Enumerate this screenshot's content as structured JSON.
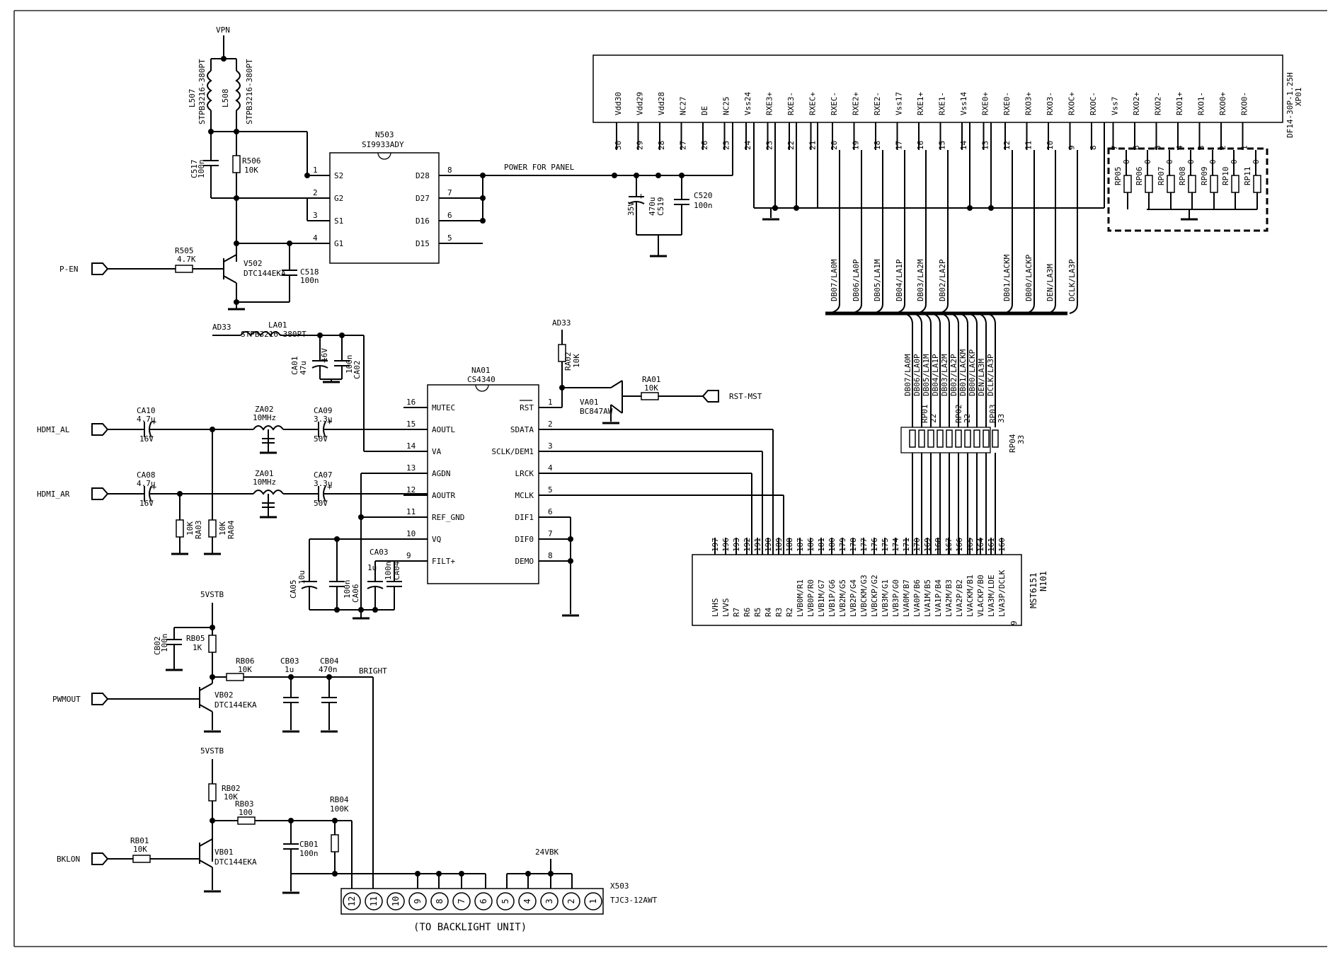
{
  "ics": {
    "n503": {
      "ref": "N503",
      "part": "SI9933ADY",
      "left_pins": [
        {
          "num": "1",
          "name": "S2"
        },
        {
          "num": "2",
          "name": "G2"
        },
        {
          "num": "3",
          "name": "S1"
        },
        {
          "num": "4",
          "name": "G1"
        }
      ],
      "right_pins": [
        {
          "num": "8",
          "name": "D28"
        },
        {
          "num": "7",
          "name": "D27"
        },
        {
          "num": "6",
          "name": "D16"
        },
        {
          "num": "5",
          "name": "D15"
        }
      ]
    },
    "na01": {
      "ref": "NA01",
      "part": "CS4340",
      "left_pins": [
        {
          "num": "16",
          "name": "MUTEC"
        },
        {
          "num": "15",
          "name": "AOUTL"
        },
        {
          "num": "14",
          "name": "VA"
        },
        {
          "num": "13",
          "name": "AGDN"
        },
        {
          "num": "12",
          "name": "AOUTR"
        },
        {
          "num": "11",
          "name": "REF_GND"
        },
        {
          "num": "10",
          "name": "VQ"
        },
        {
          "num": "9",
          "name": "FILT+"
        }
      ],
      "right_pins": [
        {
          "num": "1",
          "name": "RST"
        },
        {
          "num": "2",
          "name": "SDATA"
        },
        {
          "num": "3",
          "name": "SCLK/DEM1"
        },
        {
          "num": "4",
          "name": "LRCK"
        },
        {
          "num": "5",
          "name": "MCLK"
        },
        {
          "num": "6",
          "name": "DIF1"
        },
        {
          "num": "7",
          "name": "DIF0"
        },
        {
          "num": "8",
          "name": "DEMO"
        }
      ]
    },
    "n101": {
      "ref": "N101",
      "part": "MST6151",
      "footer": "9",
      "pins": [
        {
          "num": "197",
          "name": "LVHS"
        },
        {
          "num": "196",
          "name": "LVVS"
        },
        {
          "num": "193",
          "name": "R7"
        },
        {
          "num": "192",
          "name": "R6"
        },
        {
          "num": "191",
          "name": "R5"
        },
        {
          "num": "190",
          "name": "R4"
        },
        {
          "num": "189",
          "name": "R3"
        },
        {
          "num": "188",
          "name": "R2"
        },
        {
          "num": "187",
          "name": "LVB0M/R1"
        },
        {
          "num": "186",
          "name": "LVB0P/R0"
        },
        {
          "num": "181",
          "name": "LVB1M/G7"
        },
        {
          "num": "180",
          "name": "LVB1P/G6"
        },
        {
          "num": "179",
          "name": "LVB2M/G5"
        },
        {
          "num": "178",
          "name": "LVB2P/G4"
        },
        {
          "num": "177",
          "name": "LVBCKM/G3"
        },
        {
          "num": "176",
          "name": "LVBCKP/G2"
        },
        {
          "num": "175",
          "name": "LVB3M/G1"
        },
        {
          "num": "174",
          "name": "LVB3P/G0"
        },
        {
          "num": "171",
          "name": "LVA0M/B7"
        },
        {
          "num": "170",
          "name": "LVA0P/B6"
        },
        {
          "num": "169",
          "name": "LVA1M/B5"
        },
        {
          "num": "168",
          "name": "LVA1P/B4"
        },
        {
          "num": "167",
          "name": "LVA2M/B3"
        },
        {
          "num": "166",
          "name": "LVA2P/B2"
        },
        {
          "num": "165",
          "name": "LVACKM/B1"
        },
        {
          "num": "164",
          "name": "VLACKP/B0"
        },
        {
          "num": "161",
          "name": "LVA3M/LDE"
        },
        {
          "num": "160",
          "name": "LVA3P/DCLK"
        }
      ]
    },
    "xp01": {
      "ref": "XP01",
      "part": "DF14-30P-1.25H",
      "pins": [
        {
          "num": "30",
          "name": "Vdd30"
        },
        {
          "num": "29",
          "name": "Vdd29"
        },
        {
          "num": "28",
          "name": "Vdd28"
        },
        {
          "num": "27",
          "name": "NC27"
        },
        {
          "num": "26",
          "name": "DE"
        },
        {
          "num": "25",
          "name": "NC25"
        },
        {
          "num": "24",
          "name": "Vss24"
        },
        {
          "num": "23",
          "name": "RXE3+"
        },
        {
          "num": "22",
          "name": "RXE3-"
        },
        {
          "num": "21",
          "name": "RXEC+"
        },
        {
          "num": "20",
          "name": "RXEC-"
        },
        {
          "num": "19",
          "name": "RXE2+"
        },
        {
          "num": "18",
          "name": "RXE2-"
        },
        {
          "num": "17",
          "name": "Vss17"
        },
        {
          "num": "16",
          "name": "RXE1+"
        },
        {
          "num": "15",
          "name": "RXE1-"
        },
        {
          "num": "14",
          "name": "Vss14"
        },
        {
          "num": "13",
          "name": "RXE0+"
        },
        {
          "num": "12",
          "name": "RXE0-"
        },
        {
          "num": "11",
          "name": "RXO3+"
        },
        {
          "num": "10",
          "name": "RXO3-"
        },
        {
          "num": "9",
          "name": "RXOC+"
        },
        {
          "num": "8",
          "name": "RXOC-"
        },
        {
          "num": "7",
          "name": "Vss7"
        },
        {
          "num": "6",
          "name": "RXO2+"
        },
        {
          "num": "5",
          "name": "RXO2-"
        },
        {
          "num": "4",
          "name": "RXO1+"
        },
        {
          "num": "3",
          "name": "RXO1-"
        },
        {
          "num": "2",
          "name": "RXO0+"
        },
        {
          "num": "1",
          "name": "RXO0-"
        }
      ]
    },
    "x503": {
      "ref": "X503",
      "part": "TJC3-12AWT",
      "caption": "(TO BACKLIGHT UNIT)",
      "pins": [
        "12",
        "11",
        "10",
        "9",
        "8",
        "7",
        "6",
        "5",
        "4",
        "3",
        "2",
        "1"
      ]
    }
  },
  "bus_labels_top": [
    "DB07/LA0M",
    "DB06/LA0P",
    "DB05/LA1M",
    "DB04/LA1P",
    "DB03/LA2M",
    "DB02/LA2P",
    "DB01/LACKM",
    "DB00/LACKP",
    "DEN/LA3M",
    "DCLK/LA3P"
  ],
  "bus_labels_bottom": [
    "DB07/LA0M",
    "DB06/LA0P",
    "DB05/LA1M",
    "DB04/LA1P",
    "DB03/LA2M",
    "DB02/LA2P",
    "DB01/LACKM",
    "DB00/LACKP",
    "DEN/LA3M",
    "DCLK/LA3P"
  ],
  "rp_zero": {
    "refs": [
      "RP05",
      "RP06",
      "RP07",
      "RP08",
      "RP09",
      "RP10",
      "RP11"
    ],
    "value": "0"
  },
  "power": {
    "vpn": "VPN",
    "ad33a": "AD33",
    "ad33b": "AD33",
    "v5a": "5VSTB",
    "v5b": "5VSTB",
    "v24": "24VBK"
  },
  "nets": {
    "power_for_panel": "POWER FOR PANEL",
    "bright": "BRIGHT"
  },
  "ports": {
    "p_en": "P-EN",
    "hdmi_al": "HDMI_AL",
    "hdmi_ar": "HDMI_AR",
    "rst_mst": "RST-MST",
    "pwmout": "PWMOUT",
    "bklon": "BKLON"
  },
  "parts": {
    "l507": {
      "ref": "L507",
      "val": "STPB3216-380PT"
    },
    "l508": {
      "ref": "L508",
      "val": "STPB3216-380PT"
    },
    "c517": {
      "ref": "C517",
      "val": "100n"
    },
    "r506": {
      "ref": "R506",
      "val": "10K"
    },
    "r505": {
      "ref": "R505",
      "val": "4.7K"
    },
    "v502": {
      "ref": "V502",
      "val": "DTC144EKA"
    },
    "c518": {
      "ref": "C518",
      "val": "100n"
    },
    "c519": {
      "ref": "C519",
      "val": "470u",
      "volt": "35V"
    },
    "c520": {
      "ref": "C520",
      "val": "100n"
    },
    "la01": {
      "ref": "LA01",
      "val": "STPB3216-380PT"
    },
    "ca01": {
      "ref": "CA01",
      "val": "47u",
      "volt": "16V"
    },
    "ca02": {
      "ref": "CA02",
      "val": "100n"
    },
    "ca10": {
      "ref": "CA10",
      "val": "4.7u",
      "volt": "16V"
    },
    "ca08": {
      "ref": "CA08",
      "val": "4.7u",
      "volt": "16V"
    },
    "za02": {
      "ref": "ZA02",
      "val": "10MHz"
    },
    "za01": {
      "ref": "ZA01",
      "val": "10MHz"
    },
    "ca09": {
      "ref": "CA09",
      "val": "3.3u",
      "volt": "50V"
    },
    "ca07": {
      "ref": "CA07",
      "val": "3.3u",
      "volt": "50V"
    },
    "ra03": {
      "ref": "RA03",
      "val": "10K"
    },
    "ra04": {
      "ref": "RA04",
      "val": "10K"
    },
    "ra02": {
      "ref": "RA02",
      "val": "10K"
    },
    "ra01": {
      "ref": "RA01",
      "val": "10K"
    },
    "va01": {
      "ref": "VA01",
      "val": "BC847AW"
    },
    "ca05": {
      "ref": "CA05",
      "val": "10u"
    },
    "ca06": {
      "ref": "CA06",
      "val": "100n"
    },
    "ca03": {
      "ref": "CA03",
      "val": "1u"
    },
    "ca04": {
      "ref": "CA04",
      "val": "100n"
    },
    "rp01": {
      "ref": "RP01",
      "val": "22"
    },
    "rp02": {
      "ref": "RP02",
      "val": "22"
    },
    "rp03": {
      "ref": "RP03",
      "val": "33"
    },
    "rp04": {
      "ref": "RP04",
      "val": "33"
    },
    "cb02": {
      "ref": "CB02",
      "val": "100n"
    },
    "rb05": {
      "ref": "RB05",
      "val": "1K"
    },
    "rb06": {
      "ref": "RB06",
      "val": "10K"
    },
    "cb03": {
      "ref": "CB03",
      "val": "1u"
    },
    "cb04": {
      "ref": "CB04",
      "val": "470n"
    },
    "vb02": {
      "ref": "VB02",
      "val": "DTC144EKA"
    },
    "rb02": {
      "ref": "RB02",
      "val": "10K"
    },
    "rb03": {
      "ref": "RB03",
      "val": "100"
    },
    "rb04": {
      "ref": "RB04",
      "val": "100K"
    },
    "cb01": {
      "ref": "CB01",
      "val": "100n"
    },
    "rb01": {
      "ref": "RB01",
      "val": "10K"
    },
    "vb01": {
      "ref": "VB01",
      "val": "DTC144EKA"
    }
  }
}
